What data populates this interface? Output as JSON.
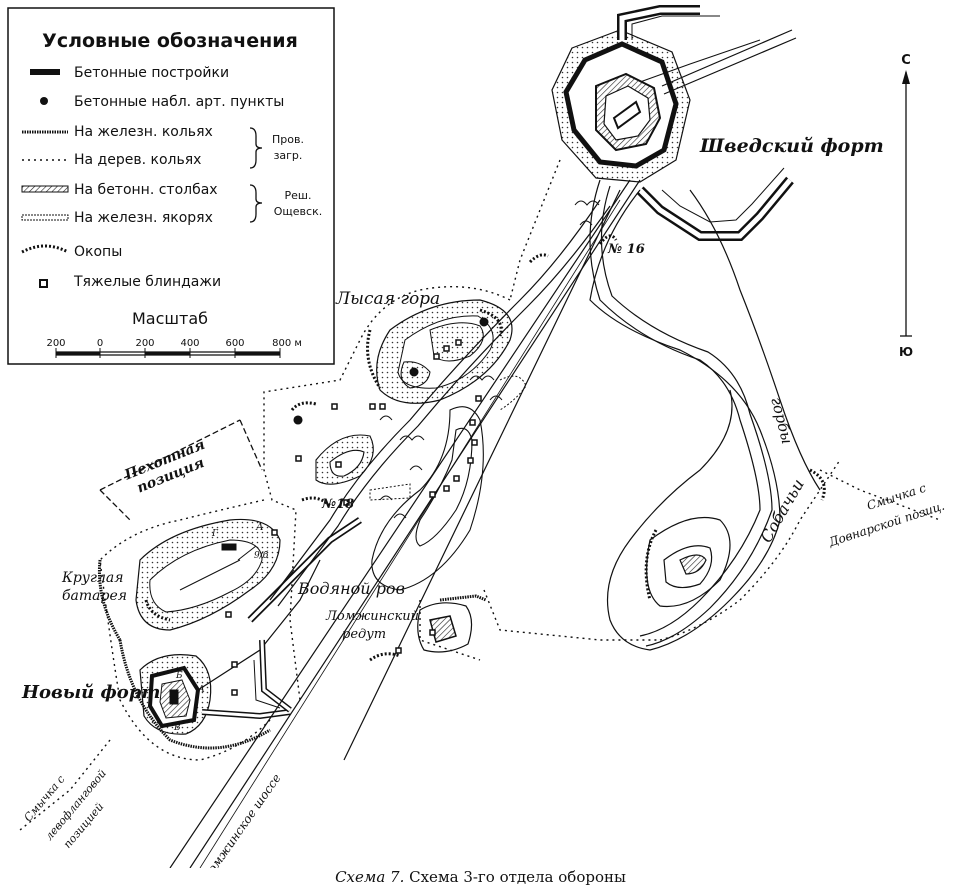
{
  "legend": {
    "title": "Условные обозначения",
    "items": [
      {
        "key": "concrete_buildings",
        "label": "Бетонные постройки"
      },
      {
        "key": "concrete_obs_points",
        "label": "Бетонные набл. арт. пункты"
      },
      {
        "key": "wire_iron_stakes",
        "label": "На железн. кольях"
      },
      {
        "key": "wire_wood_stakes",
        "label": "На дерев. кольях"
      },
      {
        "key": "grate_concrete_posts",
        "label": "На бетонн. столбах"
      },
      {
        "key": "grate_iron_anchors",
        "label": "На железн. якорях"
      },
      {
        "key": "trenches",
        "label": "Окопы"
      },
      {
        "key": "heavy_dugouts",
        "label": "Тяжелые блиндажи"
      }
    ],
    "brace1": [
      "Пров.",
      "загр."
    ],
    "brace2": [
      "Реш.",
      "Ощевск."
    ]
  },
  "scale": {
    "title": "Масштаб",
    "ticks": [
      "200",
      "0",
      "200",
      "400",
      "600",
      "800 м"
    ]
  },
  "north_arrow": {
    "north": "С",
    "south": "Ю"
  },
  "places": {
    "swedish_fort": "Шведский форт",
    "bald_mountain": "Лысая гора",
    "infantry_position_1": "Пехотная",
    "infantry_position_2": "позиция",
    "round_battery_1": "Круглая",
    "round_battery_2": "батарея",
    "water_ditch": "Водяной ров",
    "lomzhin_redoubt_1": "Ломжинский",
    "lomzhin_redoubt_2": "редут",
    "new_fort": "Новый форт",
    "sobachi": "Собачьи",
    "gorby": "горбы",
    "link_dovnar_1": "Смычка с",
    "link_dovnar_2": "Довнарской позиц.",
    "link_left_1": "Смычка с",
    "link_left_2": "левофланговой",
    "link_left_3": "позицией",
    "lomzhin_highway": "Ломжинское шоссе",
    "no16": "№ 16",
    "no18": "№18",
    "no9b": "9/б",
    "letter_g": "Г",
    "letter_a1": "А",
    "letter_a2": "А",
    "letter_b": "Б",
    "letter_v": "В"
  },
  "caption": {
    "prefix": "Схема 7.",
    "text": "Схема 3-го отдела обороны"
  }
}
